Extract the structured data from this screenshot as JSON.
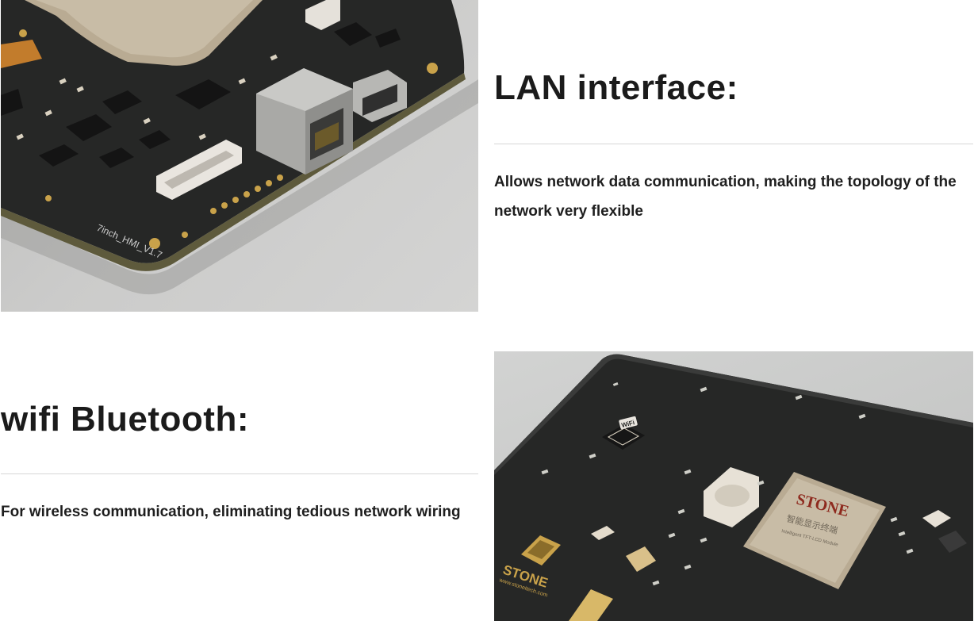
{
  "lan_section": {
    "title": "LAN interface:",
    "description": "Allows network data communication, making the topology of the network very flexible",
    "board_silkscreen": "7inch_HMI_V1.7"
  },
  "wifi_section": {
    "title": "wifi Bluetooth:",
    "description": "For wireless communication, eliminating tedious network wiring",
    "chip_brand": "STONE",
    "chip_text_cn": "智能显示终端",
    "chip_text_en": "Intelligent TFT-LCD Module",
    "board_logo": "STONE",
    "board_url": "www.stoneitech.com",
    "wifi_badge": "WiFi"
  },
  "colors": {
    "pcb": "#262726",
    "photo_background": "#c8c8c7",
    "chip": "#b9ab93",
    "gold_pad": "#c9a24a",
    "divider": "#d6d6d6",
    "text": "#1b1b1b"
  }
}
